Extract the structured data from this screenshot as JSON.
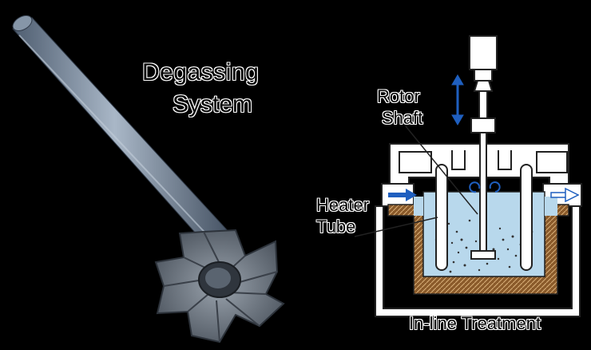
{
  "photo": {
    "title_line1": "Degassing",
    "title_line2": "System"
  },
  "diagram": {
    "label_rotor": "Rotor",
    "label_shaft": "Shaft",
    "label_heater": "Heater",
    "label_tube": "Tube",
    "caption": "In-line Treatment",
    "colors": {
      "melt": "#b8d8ec",
      "crucible": "#8a5a2a",
      "arrow": "#1f5fbf",
      "shaft_photo": "#7d8fa3"
    }
  }
}
